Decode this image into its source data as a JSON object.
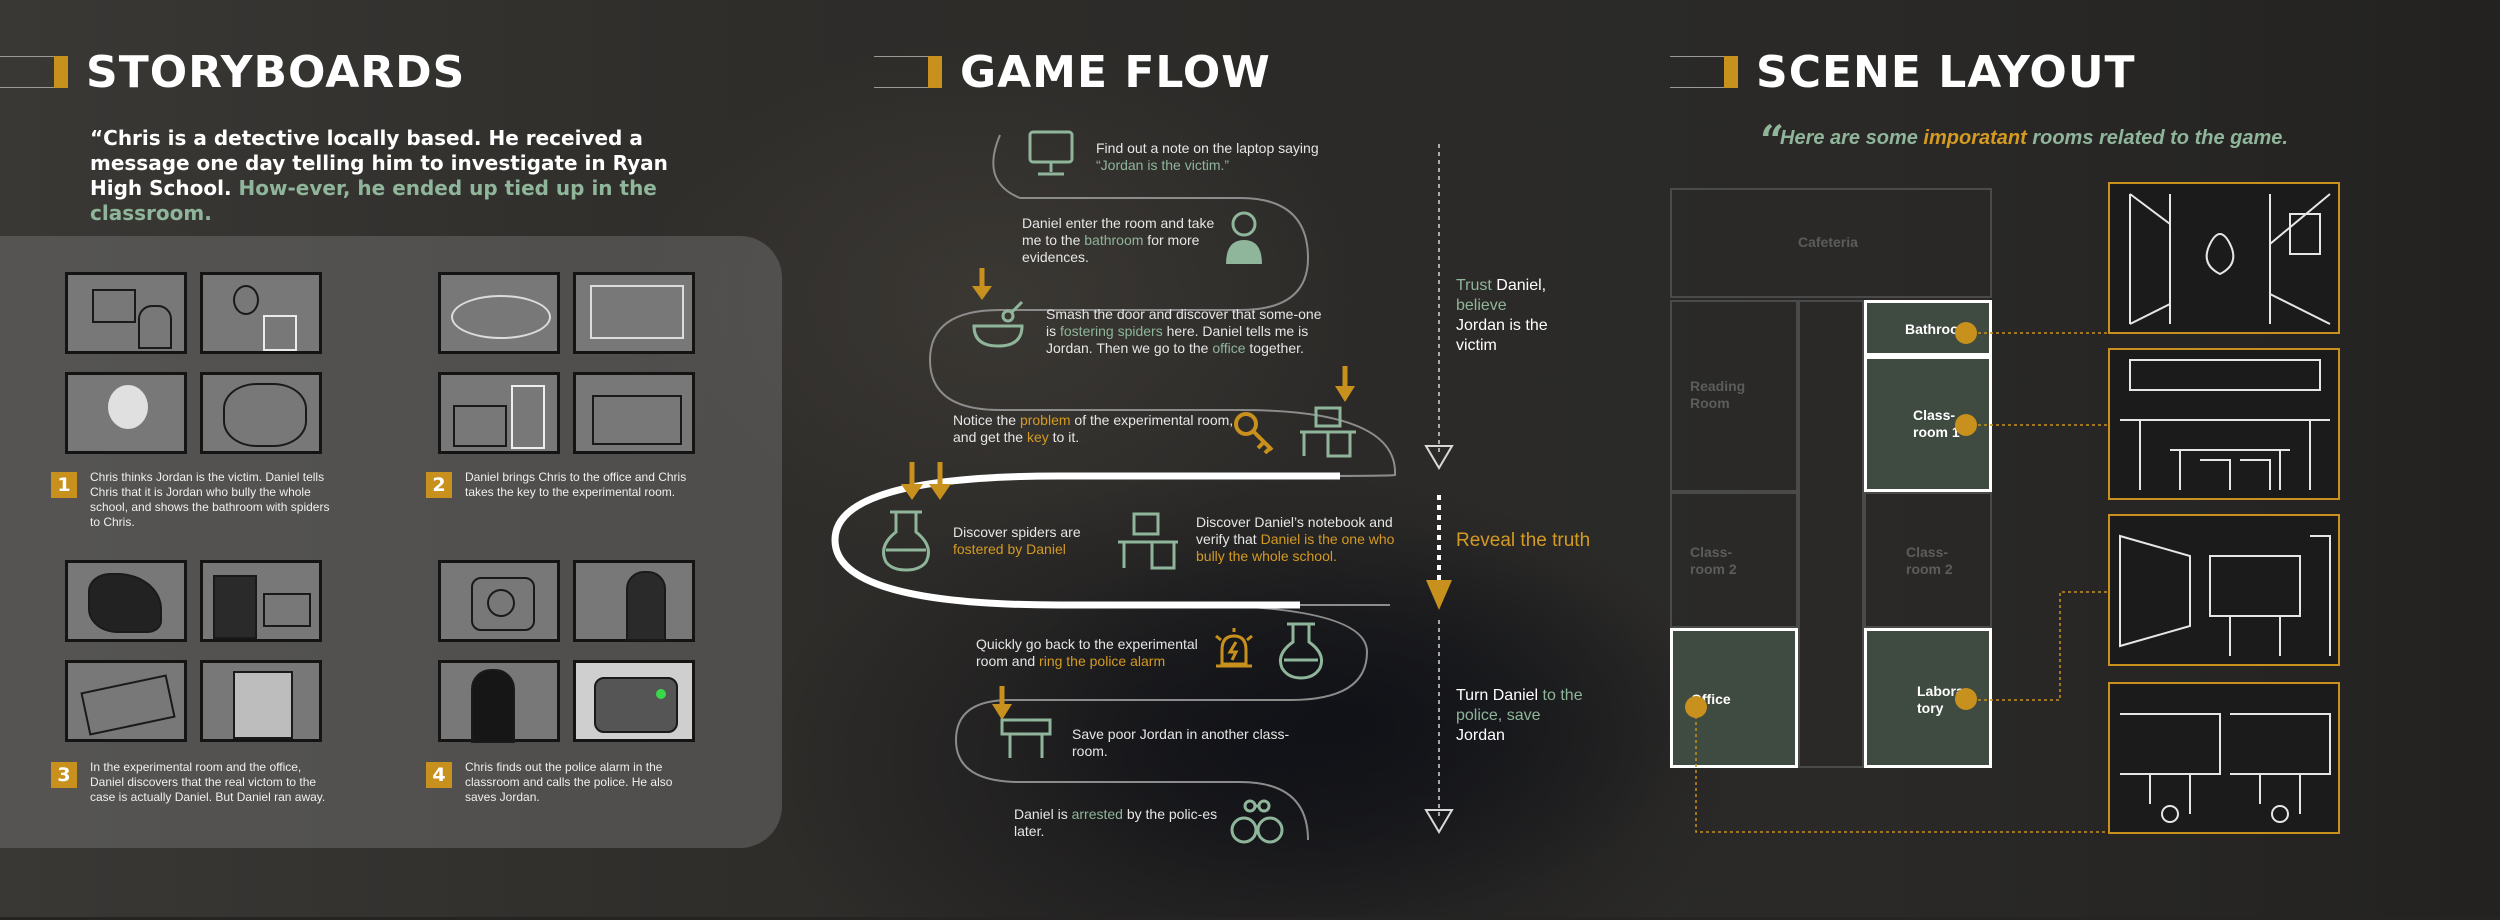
{
  "sections": {
    "storyboards": "STORYBOARDS",
    "game_flow": "GAME FLOW",
    "scene_layout": "SCENE LAYOUT"
  },
  "quote": {
    "part1": "“Chris is a detective locally based. He received a message one day telling him to investigate in Ryan High School. ",
    "part2": "How-ever, he ended up tied up in the classroom."
  },
  "storyboards": [
    {
      "num": "1",
      "text": "Chris thinks Jordan is the victim. Daniel tells Chris that it is Jordan who bully the whole school, and shows the bathroom with spiders to Chris."
    },
    {
      "num": "2",
      "text": "Daniel brings Chris to the office and Chris takes the key to the experimental room."
    },
    {
      "num": "3",
      "text": "In the experimental room and the office, Daniel discovers that the real victom to the case is actually Daniel. But Daniel ran away."
    },
    {
      "num": "4",
      "text": "Chris finds out the police alarm in the classroom and calls the police. He also saves Jordan."
    }
  ],
  "flow": {
    "s1": {
      "a": "Find out a note on the laptop saying ",
      "b": "“Jordan is the victim.”"
    },
    "s2": {
      "a": "Daniel enter the room and take me to the ",
      "b": "bathroom",
      "c": " for more evidences."
    },
    "s3": {
      "a": "Smash the door  and discover that some-one is ",
      "b": "fostering spiders",
      "c": " here. Daniel tells me is Jordan. Then we go to the ",
      "d": "office",
      "e": " together."
    },
    "s4": {
      "a": "Notice the ",
      "b": "problem",
      "c": " of the experimental room, and get the ",
      "d": "key",
      "e": " to it."
    },
    "s5": {
      "a": "Discover spiders are ",
      "b": "fostered by Daniel"
    },
    "s6": {
      "a": "Discover Daniel’s notebook and verify that ",
      "b": "Daniel is the one who bully the whole school."
    },
    "s7": {
      "a": "Quickly go back to the experimental room and ",
      "b": "ring the police alarm"
    },
    "s8": {
      "a": "Save poor Jordan in another class-room."
    },
    "s9": {
      "a": "Daniel is ",
      "b": "arrested",
      "c": " by the polic-es later."
    }
  },
  "side": {
    "trust": {
      "a": "Trust",
      "b": " Daniel,",
      "c": "believe",
      "d": "Jordan is the victim"
    },
    "reveal": "Reveal the truth",
    "turn": {
      "a": "Turn Daniel",
      "b": " to the police, save",
      "c": "Jordan"
    }
  },
  "scene": {
    "quote_mark": "“",
    "sub_a": "Here are some ",
    "sub_b": "imporatant",
    "sub_c": " rooms related to the game."
  },
  "rooms": {
    "cafeteria": "Cafeteria",
    "reading": "Reading Room",
    "classroom2_left": "Class-room 2",
    "classroom2_right": "Class-room 2",
    "office": "Office",
    "bathroom": "Bathroom",
    "classroom1": "Class-room 1",
    "laboratory": "Labora-tory"
  },
  "colors": {
    "accent": "#c8901c",
    "green": "#8fb59a",
    "room_fill": "#3f4a40"
  }
}
